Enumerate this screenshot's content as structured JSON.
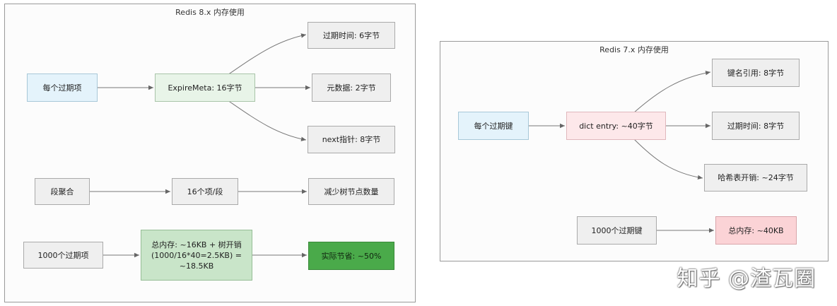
{
  "left": {
    "title": "Redis 8.x 内存使用",
    "per_item": "每个过期项",
    "expire_meta": "ExpireMeta: 16字节",
    "expire_time": "过期时间: 6字节",
    "metadata": "元数据: 2字节",
    "next_ptr": "next指针: 8字节",
    "segment": "段聚合",
    "items_per_segment": "16个项/段",
    "reduce_nodes": "减少树节点数量",
    "thousand_items": "1000个过期项",
    "total_line1": "总内存: ~16KB + 树开销",
    "total_line2": "(1000/16*40=2.5KB) =",
    "total_line3": "~18.5KB",
    "saving": "实际节省: ~50%"
  },
  "right": {
    "title": "Redis 7.x 内存使用",
    "per_key": "每个过期键",
    "dict_entry": "dict entry: ~40字节",
    "key_ref": "键名引用: 8字节",
    "expire_time": "过期时间: 8字节",
    "hash_overhead": "哈希表开销: ~24字节",
    "thousand_keys": "1000个过期键",
    "total": "总内存: ~40KB"
  },
  "watermark": "知乎 @渣瓦圈"
}
